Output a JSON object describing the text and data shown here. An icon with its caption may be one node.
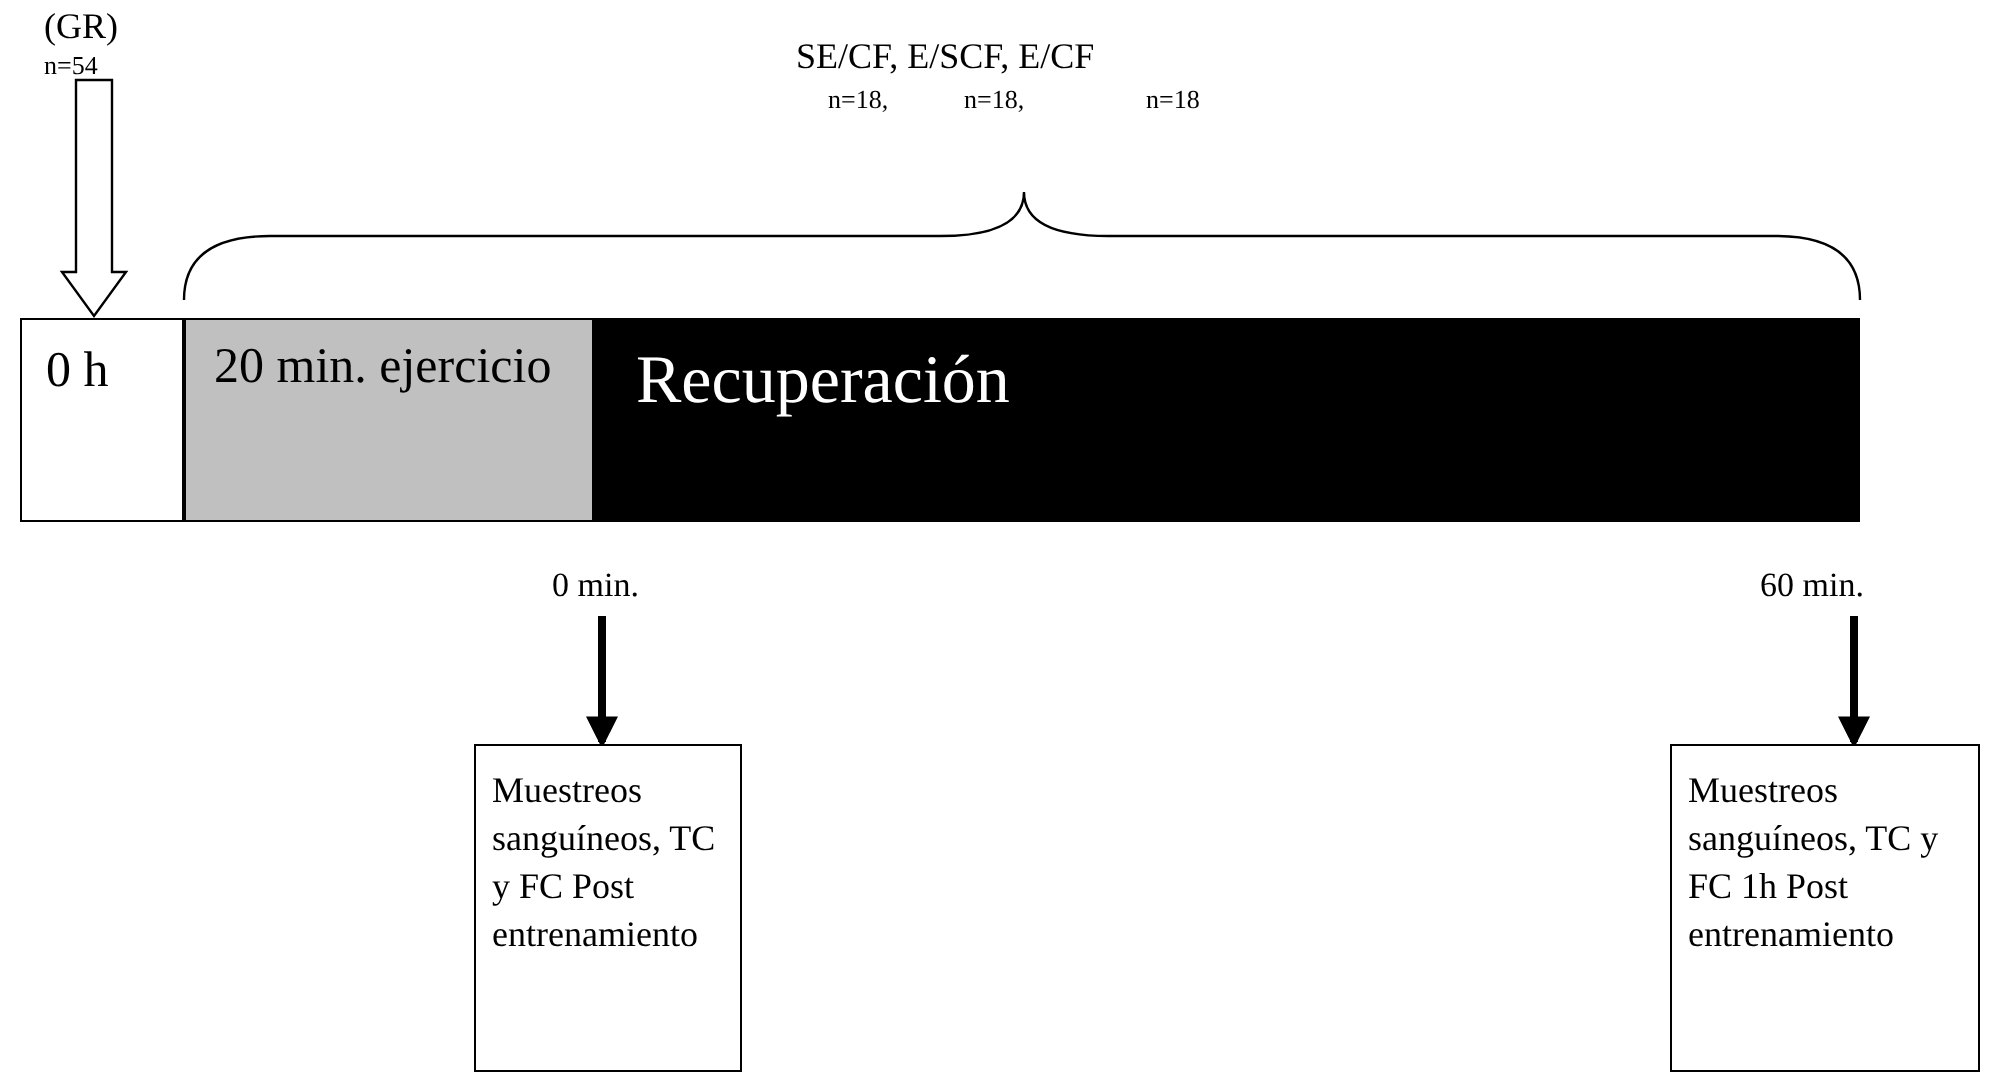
{
  "diagram": {
    "nodes": [
      {
        "text": [
          "0 h"
        ]
      },
      {
        "text": [
          "20 min. ejercicio"
        ]
      },
      {
        "text": [
          "Recuperación"
        ]
      },
      {
        "text": [
          "(GR)",
          "n=54"
        ]
      },
      {
        "text": [
          "0 min."
        ]
      },
      {
        "text": [
          "Muestreos sanguíneos, TC y FC Post entrenamiento"
        ]
      },
      {
        "text": [
          "60 min."
        ]
      },
      {
        "text": [
          "Muestreos sanguíneos, TC y FC 1h Post entrenamiento"
        ]
      }
    ],
    "edges": [
      {
        "from": 3,
        "to": 0,
        "arrow": "to"
      },
      {
        "from": 4,
        "to": 5,
        "arrow": "to"
      },
      {
        "from": 6,
        "to": 7,
        "arrow": "to"
      }
    ],
    "labels": [
      "SE/CF, E/SCF, E/CF",
      "n=18,",
      "n=18,",
      "n=18"
    ]
  }
}
